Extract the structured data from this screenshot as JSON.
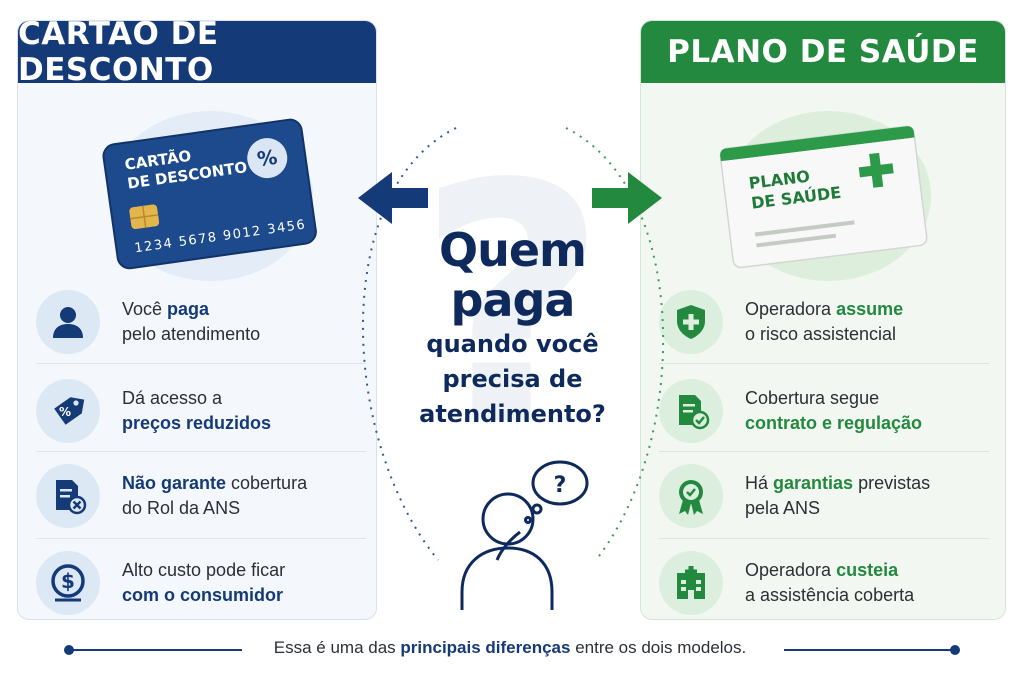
{
  "left": {
    "title": "CARTÃO DE DESCONTO",
    "card": {
      "label_line1": "CARTÃO",
      "label_line2": "DE DESCONTO",
      "badge": "%",
      "number": "1234 5678 9012 3456"
    },
    "items": [
      {
        "icon": "person-icon",
        "pre": "Você ",
        "hl": "paga",
        "post": "",
        "line2": "pelo atendimento"
      },
      {
        "icon": "price-tag-icon",
        "pre": "Dá acesso a",
        "hl": "",
        "post": "",
        "line2_hl": "preços reduzidos"
      },
      {
        "icon": "document-x-icon",
        "pre": "",
        "hl": "Não garante",
        "post": " cobertura",
        "line2": "do Rol da ANS"
      },
      {
        "icon": "dollar-coin-icon",
        "pre": "Alto custo pode ficar",
        "hl": "",
        "post": "",
        "line2_hl": "com o consumidor"
      }
    ]
  },
  "right": {
    "title": "PLANO DE SAÚDE",
    "card": {
      "label_line1": "PLANO",
      "label_line2": "DE SAÚDE"
    },
    "items": [
      {
        "icon": "shield-plus-icon",
        "pre": "Operadora ",
        "hl": "assume",
        "post": "",
        "line2": "o risco assistencial"
      },
      {
        "icon": "document-check-icon",
        "pre": "Cobertura segue",
        "hl": "",
        "post": "",
        "line2_hl": "contrato e regulação"
      },
      {
        "icon": "award-ribbon-icon",
        "pre": "Há ",
        "hl": "garantias",
        "post": " previstas",
        "line2": "pela ANS"
      },
      {
        "icon": "hospital-icon",
        "pre": "Operadora ",
        "hl": "custeia",
        "post": "",
        "line2": "a assistência coberta"
      }
    ]
  },
  "center": {
    "line1": "Quem",
    "line2": "paga",
    "line3": "quando você",
    "line4": "precisa de",
    "line5": "atendimento?",
    "bg_mark": "?",
    "bubble_mark": "?"
  },
  "footer": {
    "pre": "Essa é uma das ",
    "hl": "principais diferenças",
    "post": " entre os dois modelos."
  },
  "colors": {
    "blue": "#153a78",
    "green": "#23893f",
    "dark_text": "#2b2f36"
  }
}
